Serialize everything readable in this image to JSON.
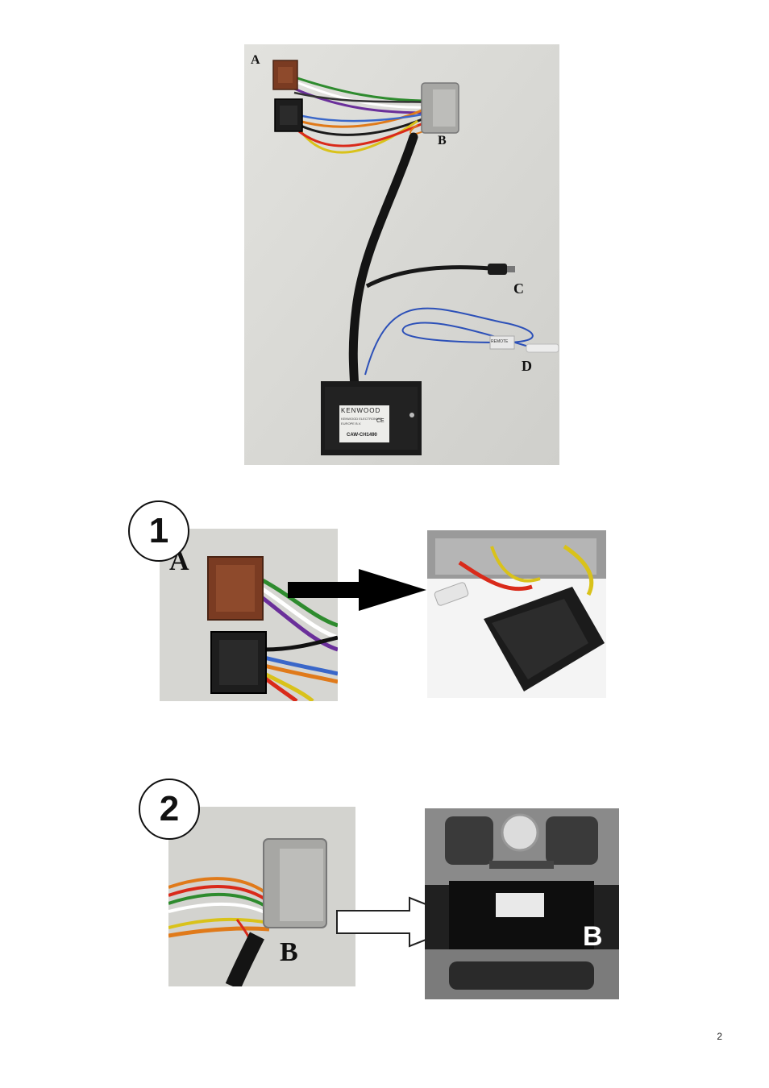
{
  "main_photo": {
    "labels": {
      "a": "A",
      "b": "B",
      "c": "C",
      "d": "D"
    },
    "module": {
      "brand": "KENWOOD",
      "line1": "KENWOOD ELECTRONICS",
      "line2": "EUROPE B.V.",
      "ce_mark": "CE",
      "model": "CAW-CH1490"
    },
    "remote_tag": "REMOTE"
  },
  "step1": {
    "number": "1",
    "label": "A"
  },
  "step2": {
    "number": "2",
    "label": "B",
    "dash_label": "B"
  },
  "page_number": "2",
  "colors": {
    "wall": "#d9d9d5",
    "cable": "#1a1a1a",
    "connector_brown": "#7a3b22",
    "connector_grey": "#a7a7a4",
    "blue_wire": "#2c50b8"
  }
}
